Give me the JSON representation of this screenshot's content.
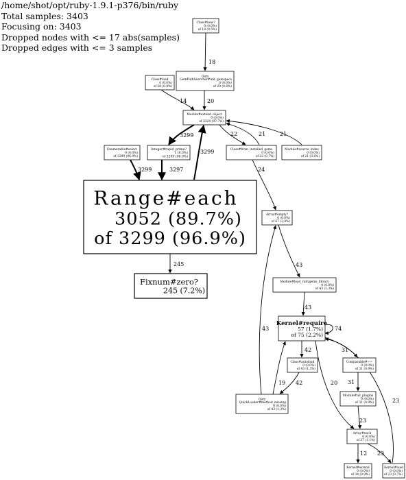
{
  "header": {
    "lines": [
      "/home/shot/opt/ruby-1.9.1-p376/bin/ruby",
      "Total samples: 3403",
      "Focusing on: 3403",
      "Dropped nodes with <= 17 abs(samples)",
      "Dropped edges with <= 3 samples"
    ]
  },
  "graph": {
    "nodes": [
      {
        "id": "class_new",
        "lines": [
          "Class#new?",
          "0 (0.0%)",
          "of 18 (0.5%)"
        ]
      },
      {
        "id": "gem_sourceindex",
        "lines": [
          "Gem",
          "GemPathSearcher#init_gemspecs",
          "0 (0.0%)",
          "of 20 (0.6%)"
        ]
      },
      {
        "id": "class_load",
        "lines": [
          "Class#load",
          "0 (0.0%)",
          "of 28 (0.8%)"
        ]
      },
      {
        "id": "module_extend",
        "lines": [
          "Module#extend_object",
          "0 (0.0%)",
          "of 3324 (97.7%)"
        ]
      },
      {
        "id": "enumerable_select",
        "lines": [
          "Enumerable#select",
          "0 (0.0%)",
          "of 3299 (96.9%)"
        ]
      },
      {
        "id": "integer_prime",
        "lines": [
          "Integer#rapid_prime?",
          "1 (0.0%)",
          "of 3299 (96.9%)"
        ]
      },
      {
        "id": "class_from_installed",
        "lines": [
          "Class#from_installed_gems",
          "0 (0.0%)",
          "of 22 (0.7%)"
        ]
      },
      {
        "id": "module_source",
        "lines": [
          "Module#source_index",
          "0 (0.0%)",
          "of 21 (0.6%)"
        ]
      },
      {
        "id": "range_each",
        "lines": [
          "Range#each",
          "3052 (89.7%)",
          "of 3299 (96.9%)"
        ]
      },
      {
        "id": "array_empty",
        "lines": [
          "Array#empty?",
          "0 (0.0%)",
          "of 67 (2.0%)"
        ]
      },
      {
        "id": "fixnum_zero",
        "lines": [
          "Fixnum#zero?",
          "245 (7.2%)"
        ]
      },
      {
        "id": "module_load_library",
        "lines": [
          "Module#load_rubygems_library",
          "0 (0.0%)",
          "of 43 (1.3%)"
        ]
      },
      {
        "id": "kernel_require",
        "lines": [
          "Kernel#require",
          "57 (1.7%)",
          "of 75 (2.2%)"
        ]
      },
      {
        "id": "class_autoload",
        "lines": [
          "Class#autoload",
          "0 (0.0%)",
          "of 43 (1.3%)"
        ]
      },
      {
        "id": "comparable_eq",
        "lines": [
          "Comparable#==",
          "0 (0.0%)",
          "of 31 (0.9%)"
        ]
      },
      {
        "id": "module_all_plugins",
        "lines": [
          "Module#all_plugins",
          "0 (0.0%)",
          "of 31 (0.9%)"
        ]
      },
      {
        "id": "gem_method_missing",
        "lines": [
          "Gem",
          "QuickLoader#method_missing",
          "0 (0.0%)",
          "of 43 (1.3%)"
        ]
      },
      {
        "id": "array_each",
        "lines": [
          "Array#each",
          "0 (0.0%)",
          "of 37 (1.1%)"
        ]
      },
      {
        "id": "kernel_extend",
        "lines": [
          "Kernel#extend",
          "0 (0.0%)",
          "of 34 (0.9%)"
        ]
      },
      {
        "id": "kernel_load",
        "lines": [
          "Kernel#load",
          "0 (0.0%)",
          "of 23 (0.7%)"
        ]
      }
    ],
    "edges": [
      {
        "id": "e_classnew_gem",
        "label": "18"
      },
      {
        "id": "e_classload_ext",
        "label": "14"
      },
      {
        "id": "e_gem_ext",
        "label": "20"
      },
      {
        "id": "e_ext_prime",
        "label": "3299"
      },
      {
        "id": "e_range_ext",
        "label": "3299"
      },
      {
        "id": "e_ext_from",
        "label": "22"
      },
      {
        "id": "e_from_ext",
        "label": "21"
      },
      {
        "id": "e_source_ext",
        "label": "21"
      },
      {
        "id": "e_select_range",
        "label": "3299"
      },
      {
        "id": "e_prime_range",
        "label": "3297"
      },
      {
        "id": "e_from_empty",
        "label": "24"
      },
      {
        "id": "e_range_zero",
        "label": "245"
      },
      {
        "id": "e_empty_load",
        "label": "43"
      },
      {
        "id": "e_mm_empty",
        "label": "43"
      },
      {
        "id": "e_load_req",
        "label": "43"
      },
      {
        "id": "e_req_self",
        "label": "74"
      },
      {
        "id": "e_req_autoload",
        "label": "42"
      },
      {
        "id": "e_autoload_mm",
        "label": "42"
      },
      {
        "id": "e_req_comp",
        "label": "31"
      },
      {
        "id": "e_comp_plugins",
        "label": "31"
      },
      {
        "id": "e_mm_req",
        "label": "19"
      },
      {
        "id": "e_req_arreach",
        "label": "20"
      },
      {
        "id": "e_plugins_arreach",
        "label": "23"
      },
      {
        "id": "e_kload_req",
        "label": "23"
      },
      {
        "id": "e_arreach_kext",
        "label": "12"
      },
      {
        "id": "e_arreach_kload",
        "label": "23"
      }
    ]
  }
}
